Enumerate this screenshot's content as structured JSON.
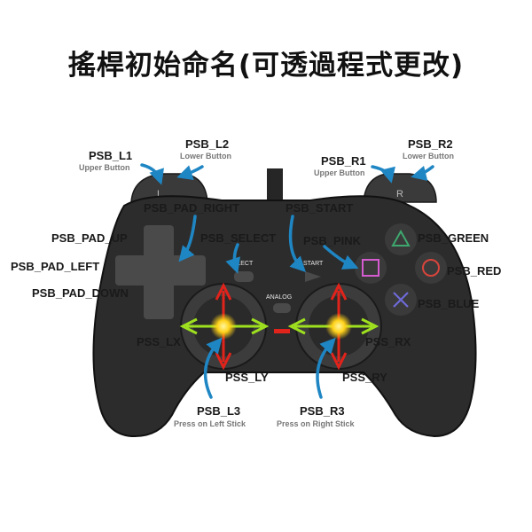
{
  "title": "搖桿初始命名(可透過程式更改)",
  "colors": {
    "body": "#2c2c2c",
    "arrow_blue": "#1f86c4",
    "arrow_red": "#e0231b",
    "arrow_green": "#9ee01f",
    "triangle": "#3ea86e",
    "circle": "#d8453c",
    "cross": "#6e6ad8",
    "square": "#d55bd0"
  },
  "controller": {
    "l_mark": "L",
    "r_mark": "R",
    "select_text": "SELECT",
    "start_text": "START",
    "analog_text": "ANALOG"
  },
  "labels": {
    "psb_l1": "PSB_L1",
    "psb_l1_sub": "Upper Button",
    "psb_l2": "PSB_L2",
    "psb_l2_sub": "Lower Button",
    "psb_r1": "PSB_R1",
    "psb_r1_sub": "Upper Button",
    "psb_r2": "PSB_R2",
    "psb_r2_sub": "Lower Button",
    "psb_pad_right": "PSB_PAD_RIGHT",
    "psb_start": "PSB_START",
    "psb_pad_up": "PSB_PAD_UP",
    "psb_select": "PSB_SELECT",
    "psb_pink": "PSB_PINK",
    "psb_green": "PSB_GREEN",
    "psb_pad_left": "PSB_PAD_LEFT",
    "psb_red": "PSB_RED",
    "psb_pad_down": "PSB_PAD_DOWN",
    "psb_blue": "PSB_BLUE",
    "pss_lx": "PSS_LX",
    "pss_rx": "PSS_RX",
    "pss_ly": "PSS_LY",
    "pss_ry": "PSS_RY",
    "psb_l3": "PSB_L3",
    "psb_l3_sub": "Press on Left Stick",
    "psb_r3": "PSB_R3",
    "psb_r3_sub": "Press on Right Stick"
  }
}
